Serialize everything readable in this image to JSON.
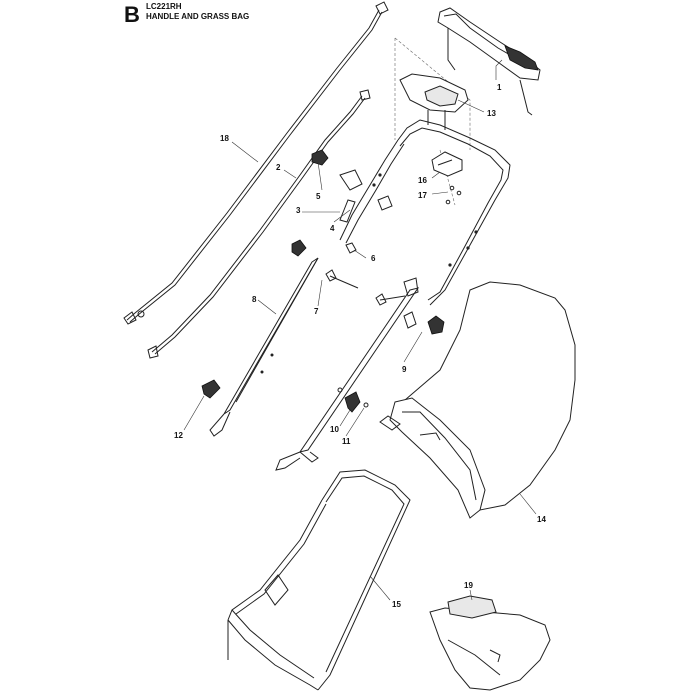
{
  "header": {
    "section_letter": "B",
    "model": "LC221RH",
    "subtitle": "HANDLE AND GRASS BAG"
  },
  "callouts": [
    "1",
    "2",
    "3",
    "4",
    "5",
    "6",
    "7",
    "8",
    "9",
    "10",
    "11",
    "12",
    "13",
    "14",
    "15",
    "16",
    "17",
    "18",
    "19"
  ]
}
